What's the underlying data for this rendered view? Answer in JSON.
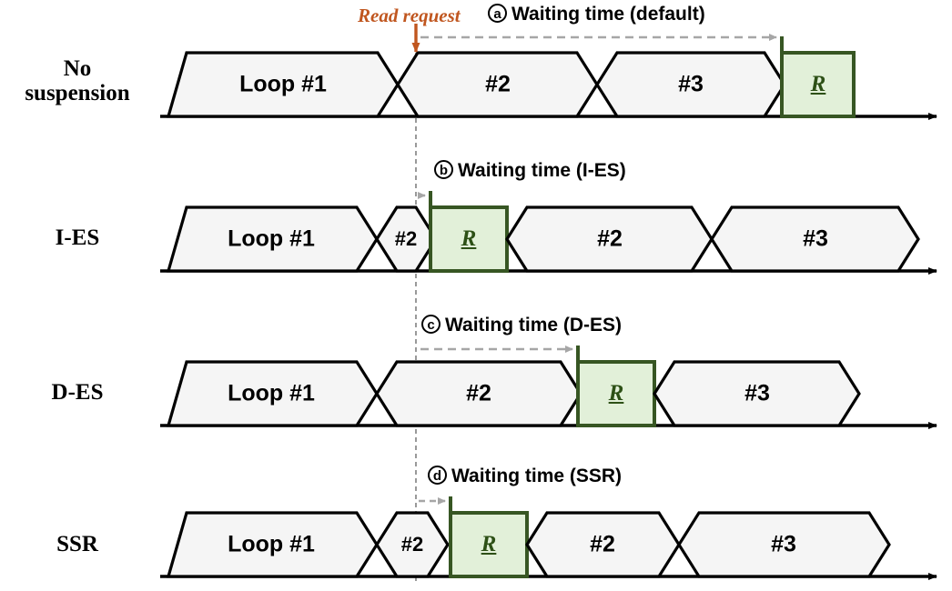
{
  "figure": {
    "title_elements": {
      "read_request_label": "Read request",
      "read_request_color": "#c0561f"
    },
    "colors": {
      "block_fill": "#f5f5f5",
      "block_stroke": "#000000",
      "r_fill": "#e2f0d9",
      "r_stroke": "#375623",
      "r_text": "#2d5016",
      "dashed_arrow": "#a6a6a6",
      "guide_line": "#808080",
      "axis": "#000000",
      "read_request": "#c0561f"
    }
  },
  "rows": [
    {
      "label": "No\nsuspension",
      "label_line1": "No",
      "label_line2": "suspension",
      "name": "no-suspension",
      "annotation": {
        "marker": "a",
        "text": "Waiting time (default)"
      },
      "blocks": [
        {
          "text": "Loop #1",
          "kind": "hexagon"
        },
        {
          "text": "#2",
          "kind": "hexagon"
        },
        {
          "text": "#3",
          "kind": "hexagon"
        },
        {
          "text": "R",
          "kind": "request"
        }
      ]
    },
    {
      "label": "I-ES",
      "label_line1": "I-ES",
      "label_line2": "",
      "name": "i-es",
      "annotation": {
        "marker": "b",
        "text": "Waiting time (I-ES)"
      },
      "blocks": [
        {
          "text": "Loop #1",
          "kind": "hexagon"
        },
        {
          "text": "#2",
          "kind": "hexagon"
        },
        {
          "text": "R",
          "kind": "request"
        },
        {
          "text": "#2",
          "kind": "hexagon"
        },
        {
          "text": "#3",
          "kind": "hexagon"
        }
      ]
    },
    {
      "label": "D-ES",
      "label_line1": "D-ES",
      "label_line2": "",
      "name": "d-es",
      "annotation": {
        "marker": "c",
        "text": "Waiting time (D-ES)"
      },
      "blocks": [
        {
          "text": "Loop #1",
          "kind": "hexagon"
        },
        {
          "text": "#2",
          "kind": "hexagon"
        },
        {
          "text": "R",
          "kind": "request"
        },
        {
          "text": "#3",
          "kind": "hexagon"
        }
      ]
    },
    {
      "label": "SSR",
      "label_line1": "SSR",
      "label_line2": "",
      "name": "ssr",
      "annotation": {
        "marker": "d",
        "text": "Waiting time (SSR)"
      },
      "blocks": [
        {
          "text": "Loop #1",
          "kind": "hexagon"
        },
        {
          "text": "#2",
          "kind": "hexagon"
        },
        {
          "text": "R",
          "kind": "request"
        },
        {
          "text": "#2",
          "kind": "hexagon"
        },
        {
          "text": "#3",
          "kind": "hexagon"
        }
      ]
    }
  ]
}
